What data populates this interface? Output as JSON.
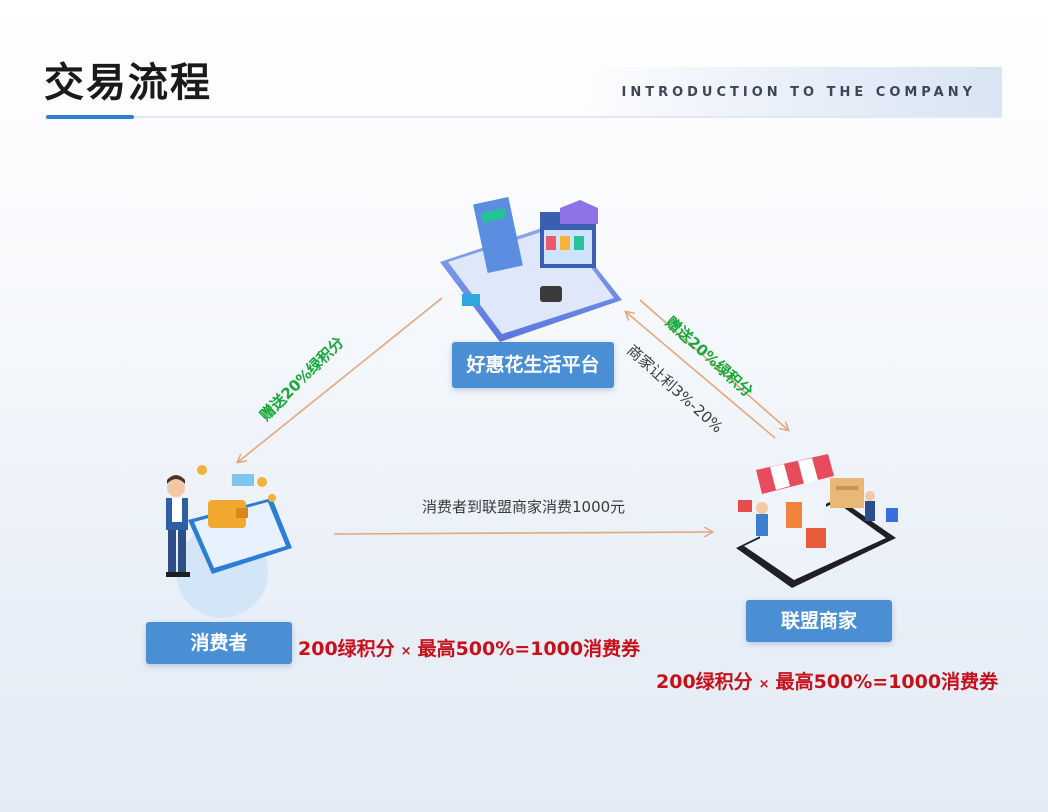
{
  "header": {
    "title": "交易流程",
    "subtitle": "INTRODUCTION TO THE COMPANY"
  },
  "nodes": {
    "platform": "好惠花生活平台",
    "consumer": "消费者",
    "merchant": "联盟商家"
  },
  "edges": {
    "platform_to_consumer": "赠送20%绿积分",
    "platform_to_merchant": "赠送20%绿积分",
    "merchant_to_platform": "商家让利3%-20%",
    "consumer_to_merchant": "消费者到联盟商家消费1000元"
  },
  "formulas": {
    "consumer": {
      "points": "200绿积分",
      "times": "×",
      "result": "最高500%=1000消费券"
    },
    "merchant": {
      "points": "200绿积分",
      "times": "×",
      "result": "最高500%=1000消费券"
    }
  },
  "colors": {
    "accent_blue": "#4a8fd4",
    "green_text": "#17a83a",
    "red_text": "#c8101a",
    "arrow": "#e3a77c"
  }
}
